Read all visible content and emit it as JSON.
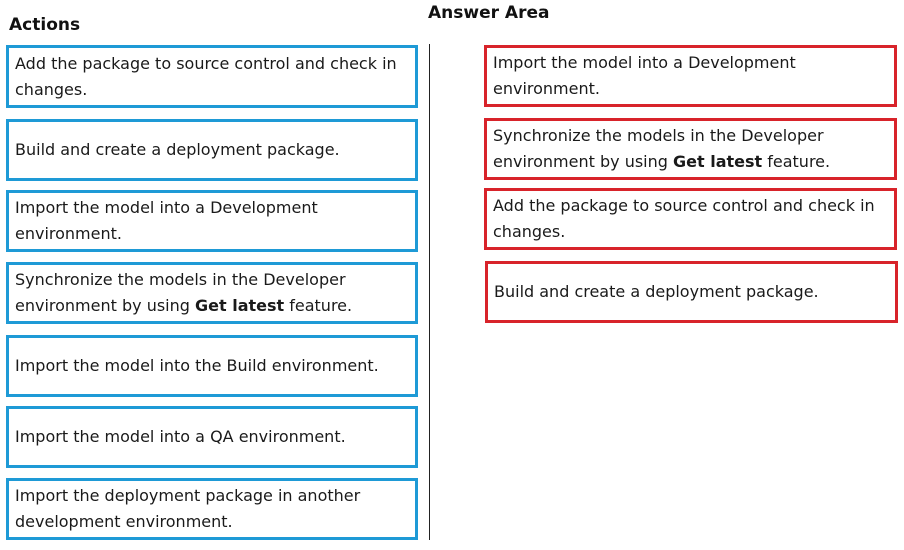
{
  "actions": {
    "heading": "Actions",
    "items": [
      {
        "text": "Add the package to source control and check in changes.",
        "bold": "",
        "after": ""
      },
      {
        "text": "Build and create a deployment package.",
        "bold": "",
        "after": ""
      },
      {
        "text": "Import the model into a Development environment.",
        "bold": "",
        "after": ""
      },
      {
        "text": "Synchronize the models in the Developer environment by using ",
        "bold": "Get latest",
        "after": " feature."
      },
      {
        "text": "Import the model into the Build environment.",
        "bold": "",
        "after": ""
      },
      {
        "text": "Import the model into a QA environment.",
        "bold": "",
        "after": ""
      },
      {
        "text": "Import the deployment package in another development environment.",
        "bold": "",
        "after": ""
      }
    ]
  },
  "answer_area": {
    "heading": "Answer Area",
    "items": [
      {
        "text": "Import the model into a Development environment.",
        "bold": "",
        "after": ""
      },
      {
        "text": "Synchronize the models in the Developer environment by using ",
        "bold": "Get latest",
        "after": " feature."
      },
      {
        "text": "Add the package to source control and check in changes.",
        "bold": "",
        "after": ""
      },
      {
        "text": "Build and create a deployment package.",
        "bold": "",
        "after": ""
      }
    ]
  },
  "colors": {
    "action_border": "#1e9ad6",
    "answer_border": "#d8232a"
  }
}
